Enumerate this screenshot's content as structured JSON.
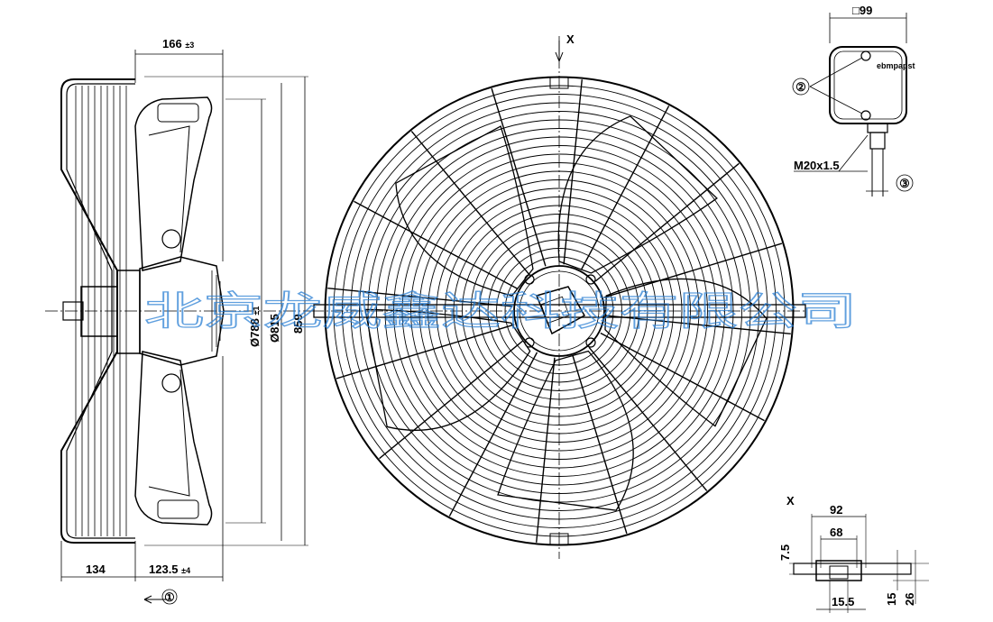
{
  "side_view": {
    "dim_top": "166",
    "dim_top_tol": "±3",
    "dim_dia_inner": "Ø788",
    "dim_dia_inner_tol": "±1",
    "dim_dia_outer": "Ø815",
    "dim_overall": "859",
    "dim_bottom_left": "134",
    "dim_bottom_right": "123.5",
    "dim_bottom_right_tol": "±4",
    "airflow_label": "①"
  },
  "front_view": {
    "section_marker": "X"
  },
  "terminal_box": {
    "dim_width": "□99",
    "callout_screws": "②",
    "thread": "M20x1.5",
    "callout_cable": "③",
    "brand_mark": "ebmpapst"
  },
  "detail_x": {
    "title": "X",
    "dim_92": "92",
    "dim_68": "68",
    "dim_7_5": "7.5",
    "dim_15": "15",
    "dim_26": "26",
    "dim_15_5": "15.5"
  },
  "watermark": "北京龙威鑫达科技有限公司"
}
